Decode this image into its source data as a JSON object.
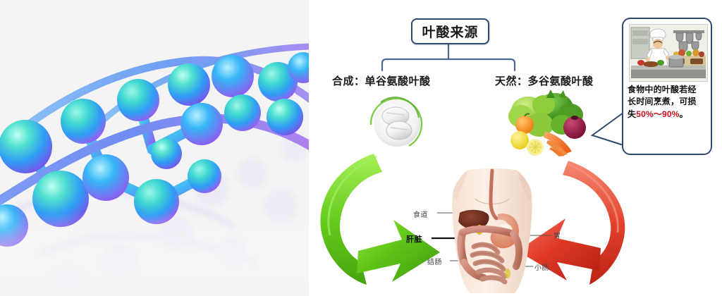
{
  "left_panel": {
    "name": "dna-double-helix-illustration",
    "description": "3D rendered DNA double helix with spheres",
    "colors": {
      "background": "#f4f4f5",
      "sphere_cyan": "#3ddcc8",
      "sphere_blue": "#2aa8f5",
      "sphere_purple": "#a15cf0",
      "strand_blue": "#6a8cf0",
      "strand_purple": "#b06ef2"
    }
  },
  "diagram": {
    "title": "叶酸来源",
    "branches": {
      "synthetic_label": "合成：单谷氨酸叶酸",
      "natural_label": "天然：多谷氨酸叶酸"
    },
    "images": {
      "pill_alt": "白色叶酸药片",
      "vegetables_alt": "新鲜蔬菜水果",
      "torso_alt": "人体消化系统解剖图",
      "kitchen_alt": "厨师烹饪插图"
    },
    "callout": {
      "line1": "食物中的叶酸若经",
      "line2": "长时间烹煮，可损",
      "line3_prefix": "失",
      "line3_percent": "50%～90%",
      "line3_suffix": "。",
      "full_text": "食物中的叶酸若经长时间烹煮，可损失50%～90%。",
      "percent_color": "#cf1020"
    },
    "anatomy_labels": [
      {
        "key": "esophagus",
        "label": "食道"
      },
      {
        "key": "liver",
        "label": "肝脏"
      },
      {
        "key": "colon",
        "label": "结肠"
      },
      {
        "key": "stomach",
        "label": "胃"
      },
      {
        "key": "small_intestine",
        "label": "小肠"
      }
    ],
    "arrows": {
      "green": {
        "name": "green-absorption-arrow",
        "color": "#5ec417",
        "from": "pill",
        "to": "liver"
      },
      "red": {
        "name": "red-absorption-arrow",
        "color": "#e03a26",
        "from": "vegetables",
        "to": "intestine"
      }
    },
    "colors": {
      "border_blue": "#2e4a73",
      "green_arrow": "#5ec417",
      "red_arrow": "#e03a26",
      "text_dark": "#1b1b1b"
    }
  }
}
